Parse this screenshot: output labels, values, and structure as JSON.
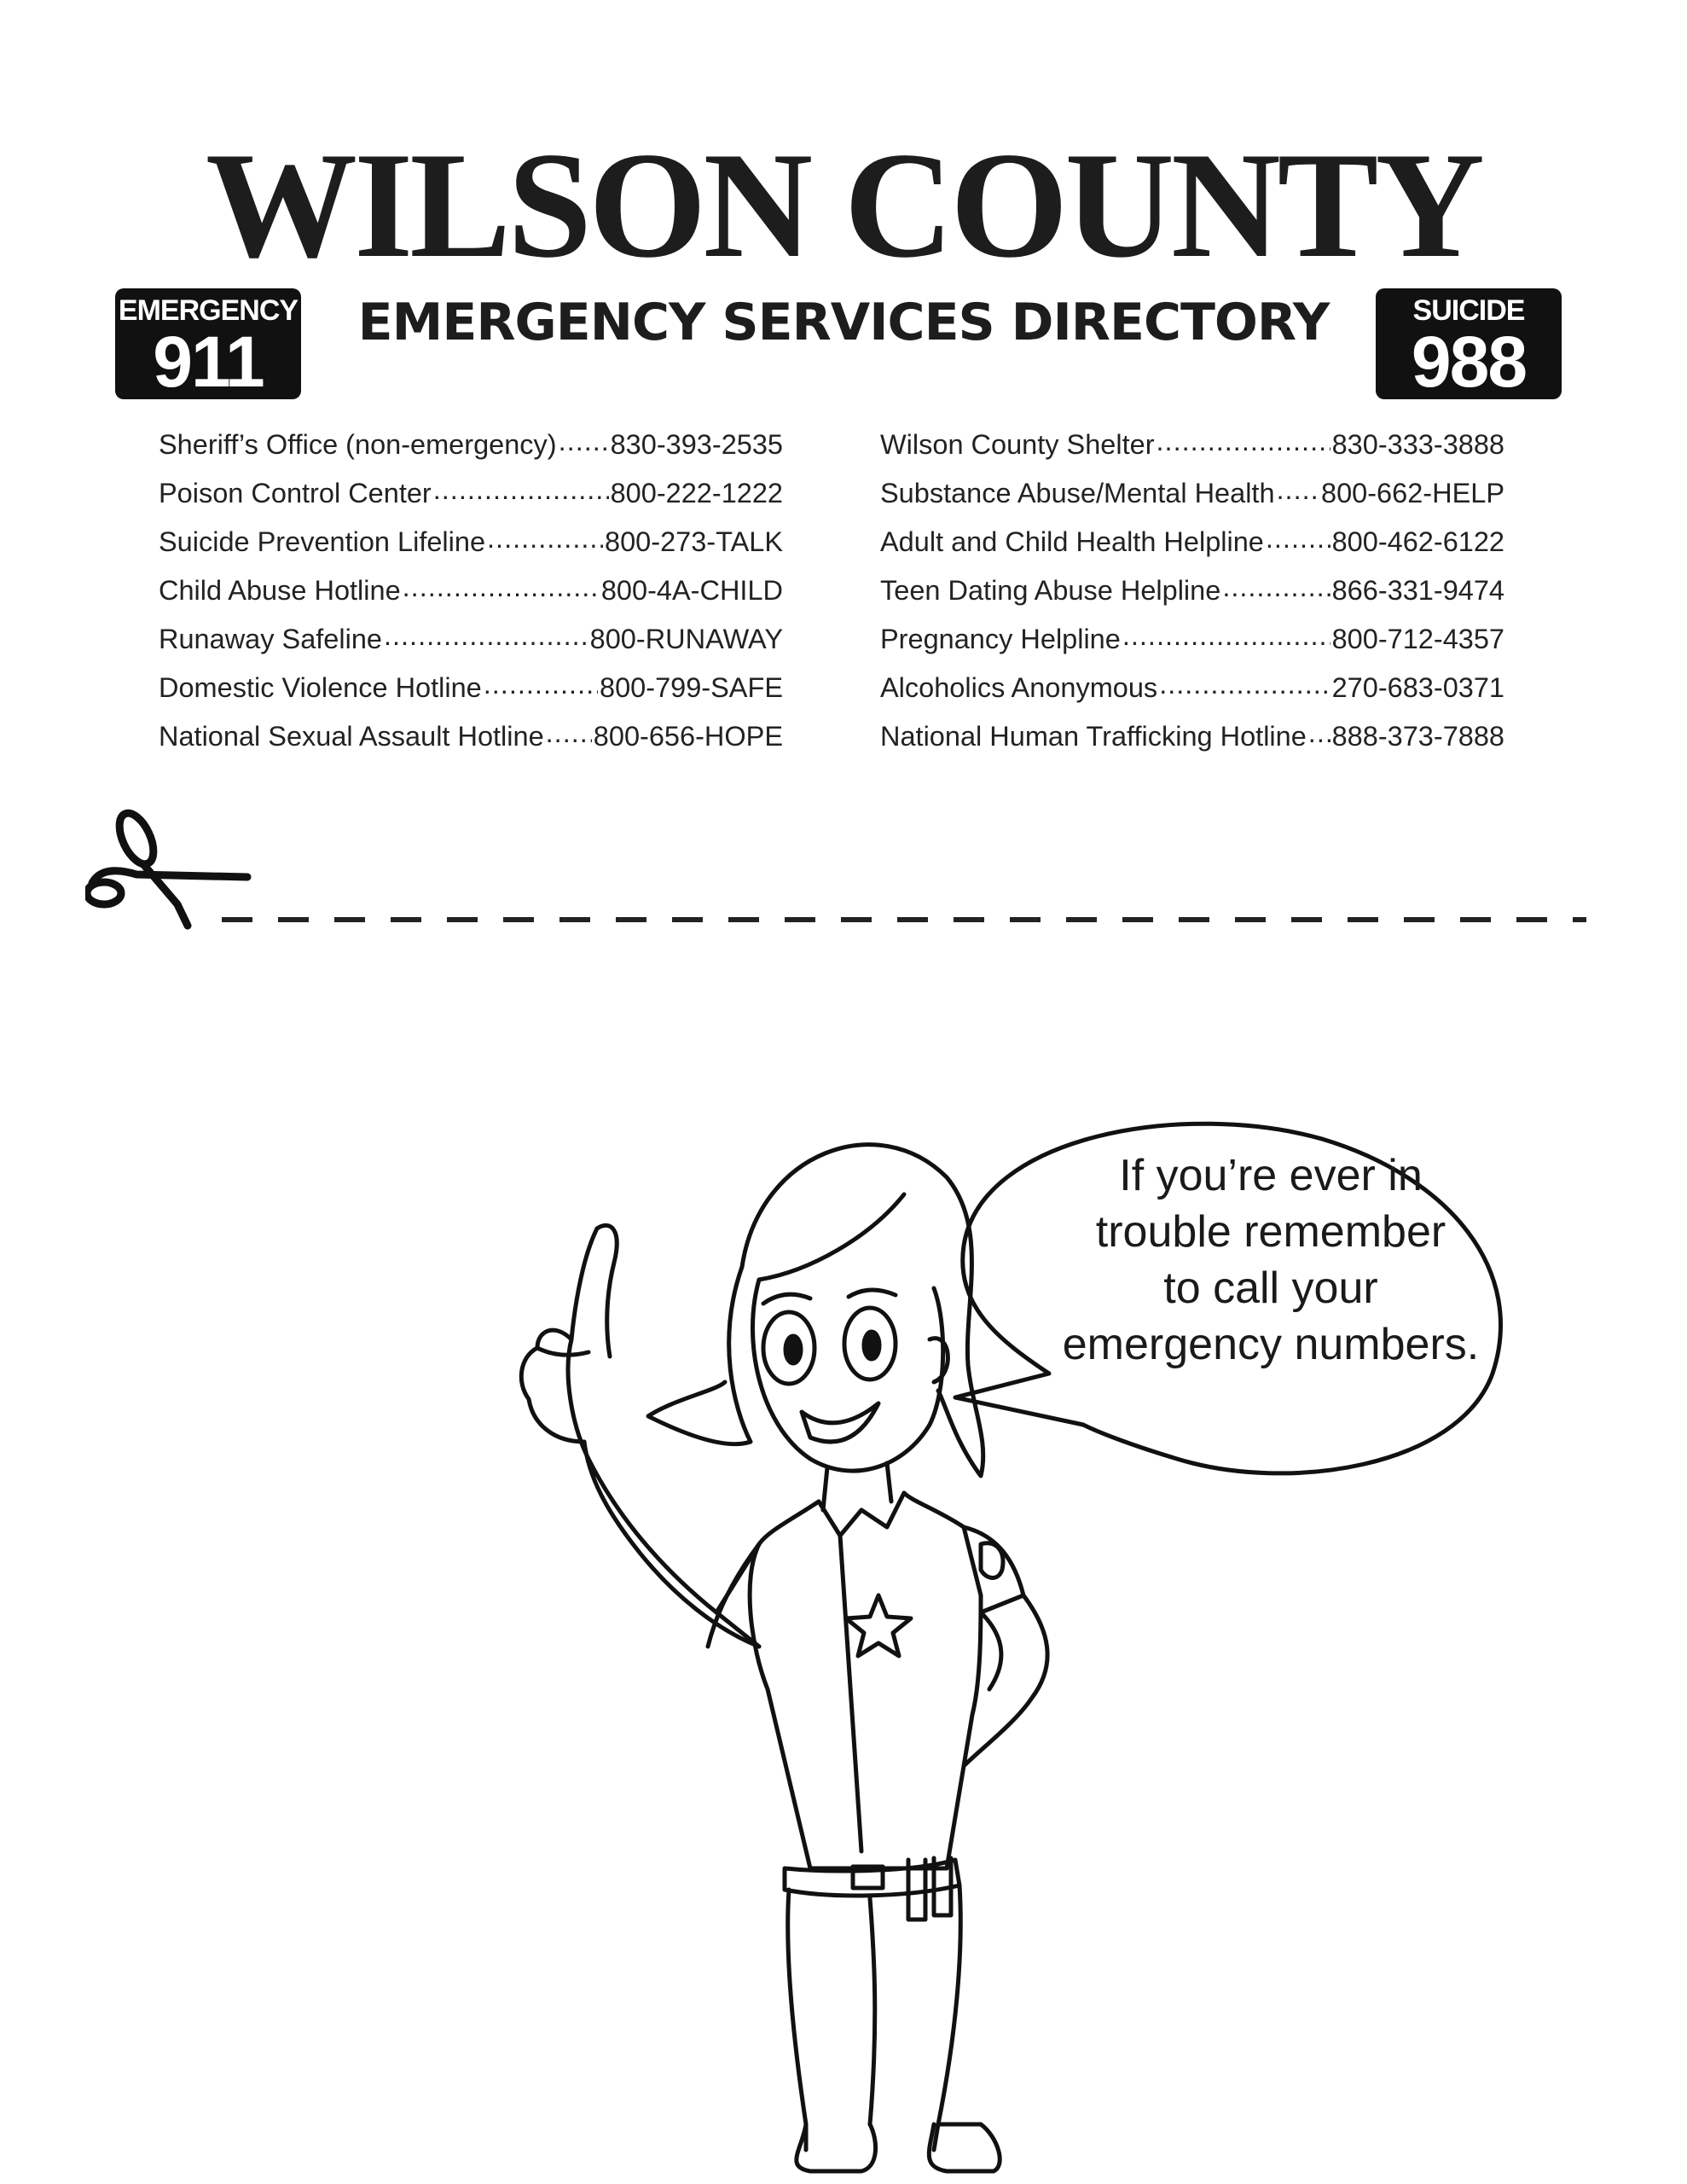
{
  "title": "WILSON COUNTY",
  "subtitle": "EMERGENCY SERVICES DIRECTORY",
  "badges": {
    "left": {
      "top": "EMERGENCY",
      "number": "911"
    },
    "right": {
      "top": "SUICIDE",
      "number": "988"
    }
  },
  "directory": {
    "left": [
      {
        "name": "Sheriff’s Office (non-emergency)",
        "phone": "830-393-2535"
      },
      {
        "name": "Poison Control Center",
        "phone": "800-222-1222"
      },
      {
        "name": "Suicide Prevention Lifeline",
        "phone": "800-273-TALK"
      },
      {
        "name": "Child Abuse Hotline",
        "phone": "800-4A-CHILD"
      },
      {
        "name": "Runaway Safeline",
        "phone": "800-RUNAWAY"
      },
      {
        "name": "Domestic Violence Hotline",
        "phone": "800-799-SAFE"
      },
      {
        "name": "National Sexual Assault Hotline",
        "phone": "800-656-HOPE"
      }
    ],
    "right": [
      {
        "name": "Wilson County Shelter",
        "phone": "830-333-3888"
      },
      {
        "name": "Substance Abuse/Mental Health",
        "phone": "800-662-HELP"
      },
      {
        "name": "Adult and Child Health Helpline",
        "phone": "800-462-6122"
      },
      {
        "name": "Teen Dating Abuse Helpline",
        "phone": "866-331-9474"
      },
      {
        "name": "Pregnancy Helpline",
        "phone": "800-712-4357"
      },
      {
        "name": "Alcoholics Anonymous",
        "phone": "270-683-0371"
      },
      {
        "name": "National Human Trafficking Hotline",
        "phone": "888-373-7888"
      }
    ]
  },
  "speech_bubble": {
    "lines": [
      "If you’re ever in",
      "trouble remember",
      "to call your",
      "emergency numbers."
    ]
  },
  "icons": [
    "scissors-icon",
    "sheriff-star-icon"
  ]
}
